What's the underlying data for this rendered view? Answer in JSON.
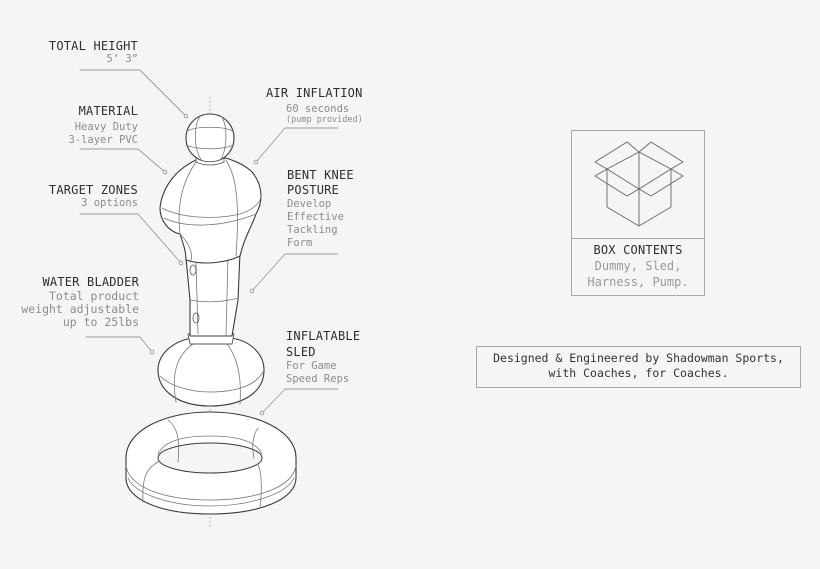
{
  "callouts": {
    "total_height": {
      "title": "TOTAL HEIGHT",
      "lines": [
        "5’ 3”"
      ]
    },
    "material": {
      "title": "MATERIAL",
      "lines": [
        "Heavy Duty",
        "3-layer PVC"
      ]
    },
    "target_zones": {
      "title": "TARGET ZONES",
      "lines": [
        "3 options"
      ]
    },
    "water_bladder": {
      "title": "WATER BLADDER",
      "lines": [
        "Total product",
        "weight adjustable",
        "up to 25lbs"
      ]
    },
    "air_inflation": {
      "title": "AIR INFLATION",
      "lines": [
        "60 seconds"
      ],
      "note": "(pump provided)"
    },
    "bent_knee": {
      "title_lines": [
        "BENT KNEE",
        "POSTURE"
      ],
      "lines": [
        "Develop",
        "Effective",
        "Tackling",
        "Form"
      ]
    },
    "inflatable_sled": {
      "title_lines": [
        "INFLATABLE",
        "SLED"
      ],
      "lines": [
        "For Game",
        "Speed Reps"
      ]
    }
  },
  "box_contents": {
    "icon": "open-box-icon",
    "title": "BOX CONTENTS",
    "lines": [
      "Dummy, Sled,",
      "Harness, Pump."
    ]
  },
  "credit": {
    "lines": [
      "Designed & Engineered by Shadowman Sports,",
      "with Coaches, for Coaches."
    ]
  },
  "colors": {
    "background": "#f5f5f5",
    "title_text": "#2e2e2e",
    "sub_text": "#8c8c8c",
    "leader_line": "#9a9a9a",
    "outline": "#444444",
    "border": "#a8a8a8"
  }
}
